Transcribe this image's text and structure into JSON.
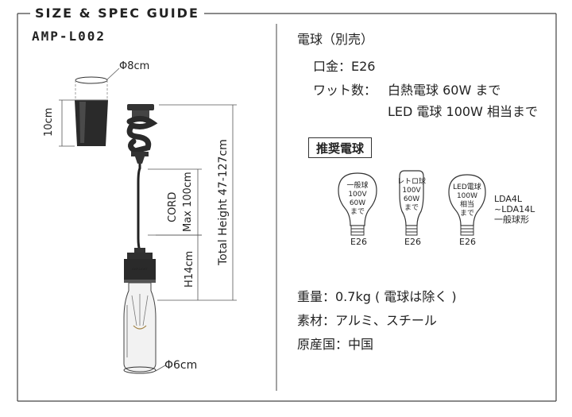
{
  "header": {
    "title": "SIZE & SPEC GUIDE",
    "model": "AMP-L002"
  },
  "dims": {
    "shade_diameter": "Φ8cm",
    "shade_height": "10cm",
    "cord": "CORD",
    "cord_max": "Max 100cm",
    "total_height": "Total Height 47-127cm",
    "height_h14": "H14cm",
    "bottom_diameter": "Φ6cm"
  },
  "specs": {
    "bulb_heading": "電球（別売）",
    "base": "口金：E26",
    "watt_label": "ワット数：",
    "watt_line1": "白熱電球 60W まで",
    "watt_line2": "LED 電球 100W 相当まで",
    "recommended": "推奨電球"
  },
  "bulbs": [
    {
      "lines": [
        "一般球",
        "100V",
        "60W",
        "まで"
      ],
      "base": "E26"
    },
    {
      "lines": [
        "レトロ球",
        "100V",
        "60W",
        "まで"
      ],
      "base": "E26"
    },
    {
      "lines": [
        "LED電球",
        "100W",
        "相当",
        "まで"
      ],
      "base": "E26"
    }
  ],
  "led_note": {
    "line1": "LDA4L",
    "line2": "~LDA14L",
    "line3": "一般球形"
  },
  "details": {
    "weight": "重量：0.7kg ( 電球は除く )",
    "material": "素材：アルミ、スチール",
    "origin": "原産国：中国"
  }
}
